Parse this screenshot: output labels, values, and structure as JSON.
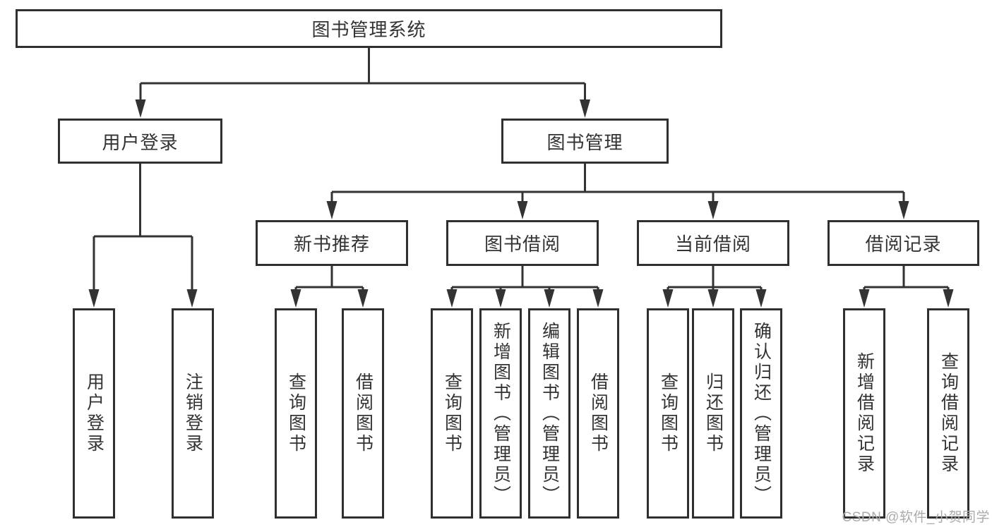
{
  "diagram": {
    "root": "图书管理系统",
    "level2": {
      "user_login": "用户登录",
      "book_management": "图书管理"
    },
    "level3": {
      "new_book_recommend": "新书推荐",
      "book_borrow": "图书借阅",
      "current_borrow": "当前借阅",
      "borrow_record": "借阅记录"
    },
    "leaves": {
      "user_login_group": [
        "用户登录",
        "注销登录"
      ],
      "new_book_group": [
        "查询图书",
        "借阅图书"
      ],
      "book_borrow_group": [
        "查询图书",
        "新增图书（管理员）",
        "编辑图书（管理员）",
        "借阅图书"
      ],
      "current_borrow_group": [
        "查询图书",
        "归还图书",
        "确认归还（管理员）"
      ],
      "borrow_record_group": [
        "新增借阅记录",
        "查询借阅记录"
      ]
    }
  },
  "watermark": "CSDN @软件_小贺同学",
  "colors": {
    "line": "#333333",
    "text": "#333333",
    "watermark": "#ABABAB",
    "background": "#FFFFFF"
  }
}
